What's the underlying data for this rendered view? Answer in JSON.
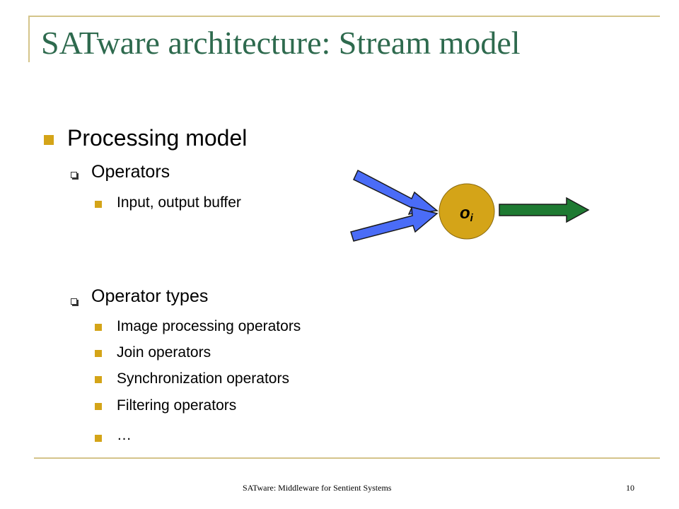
{
  "slide": {
    "title": "SATware architecture: Stream model",
    "bullets": {
      "processing": "Processing model",
      "operators": "Operators",
      "buffer": "Input, output buffer",
      "operator_types": "Operator types",
      "types": [
        "Image processing operators",
        "Join operators",
        "Synchronization operators",
        "Filtering operators",
        "…"
      ]
    },
    "diagram": {
      "operator_label": "o",
      "operator_subscript": "i",
      "colors": {
        "input_arrow": "#4A6CF7",
        "output_arrow": "#1E7A32",
        "operator_node": "#D4A418"
      }
    },
    "footer": {
      "text": "SATware: Middleware for Sentient Systems",
      "page": "10"
    },
    "colors": {
      "title": "#2E6A4E",
      "bullet": "#D4A418",
      "frame": "#D4C48A"
    }
  }
}
